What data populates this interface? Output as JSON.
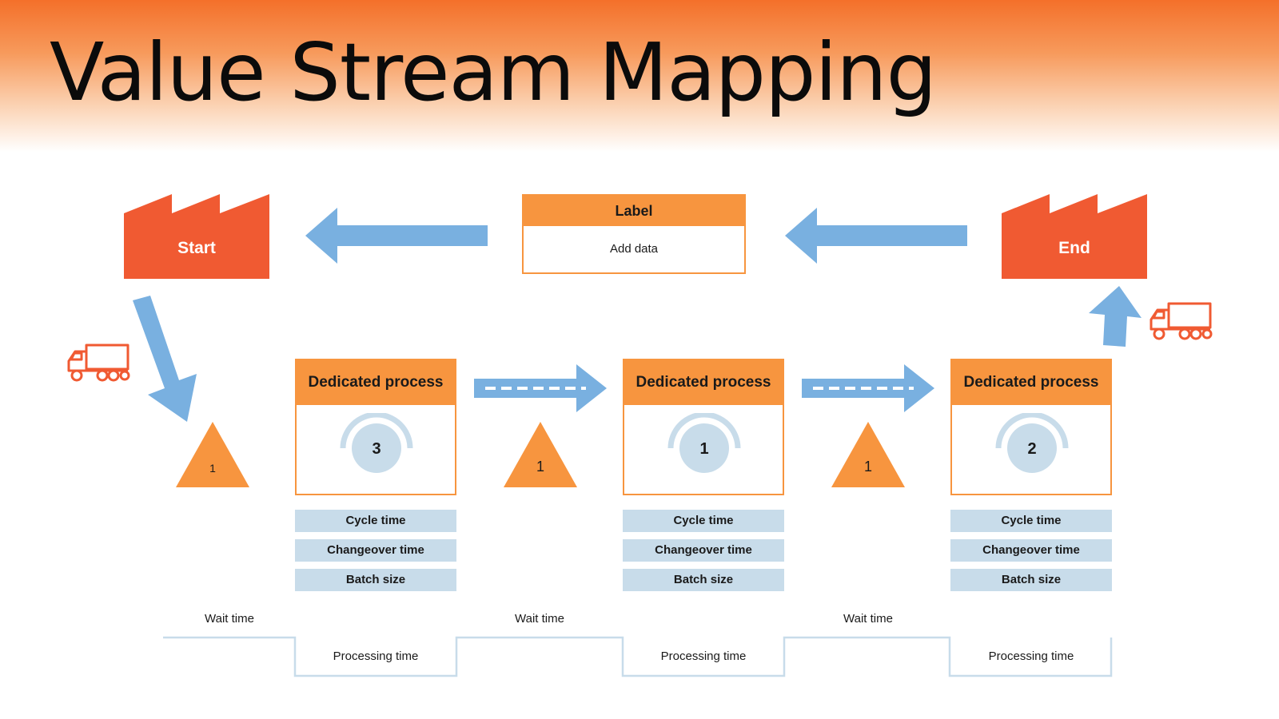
{
  "title": "Value Stream Mapping",
  "colors": {
    "orange": "#f7953f",
    "red": "#f05a32",
    "blue_arrow": "#79b0e0",
    "light_blue": "#c8dcea",
    "header": "#f4702a"
  },
  "start_factory": {
    "label": "Start"
  },
  "end_factory": {
    "label": "End"
  },
  "info_label": {
    "title": "Label",
    "body": "Add data"
  },
  "processes": [
    {
      "title": "Dedicated process",
      "operators": "3",
      "metrics": [
        "Cycle time",
        "Changeover time",
        "Batch size"
      ]
    },
    {
      "title": "Dedicated process",
      "operators": "1",
      "metrics": [
        "Cycle time",
        "Changeover time",
        "Batch size"
      ]
    },
    {
      "title": "Dedicated process",
      "operators": "2",
      "metrics": [
        "Cycle time",
        "Changeover time",
        "Batch size"
      ]
    }
  ],
  "inventory": [
    "1",
    "1",
    "1"
  ],
  "timeline": {
    "wait_labels": [
      "Wait time",
      "Wait time",
      "Wait time"
    ],
    "processing_labels": [
      "Processing time",
      "Processing time",
      "Processing time"
    ]
  },
  "icons": [
    "factory-icon",
    "truck-icon",
    "push-arrow-icon",
    "inventory-triangle-icon",
    "operator-icon"
  ]
}
